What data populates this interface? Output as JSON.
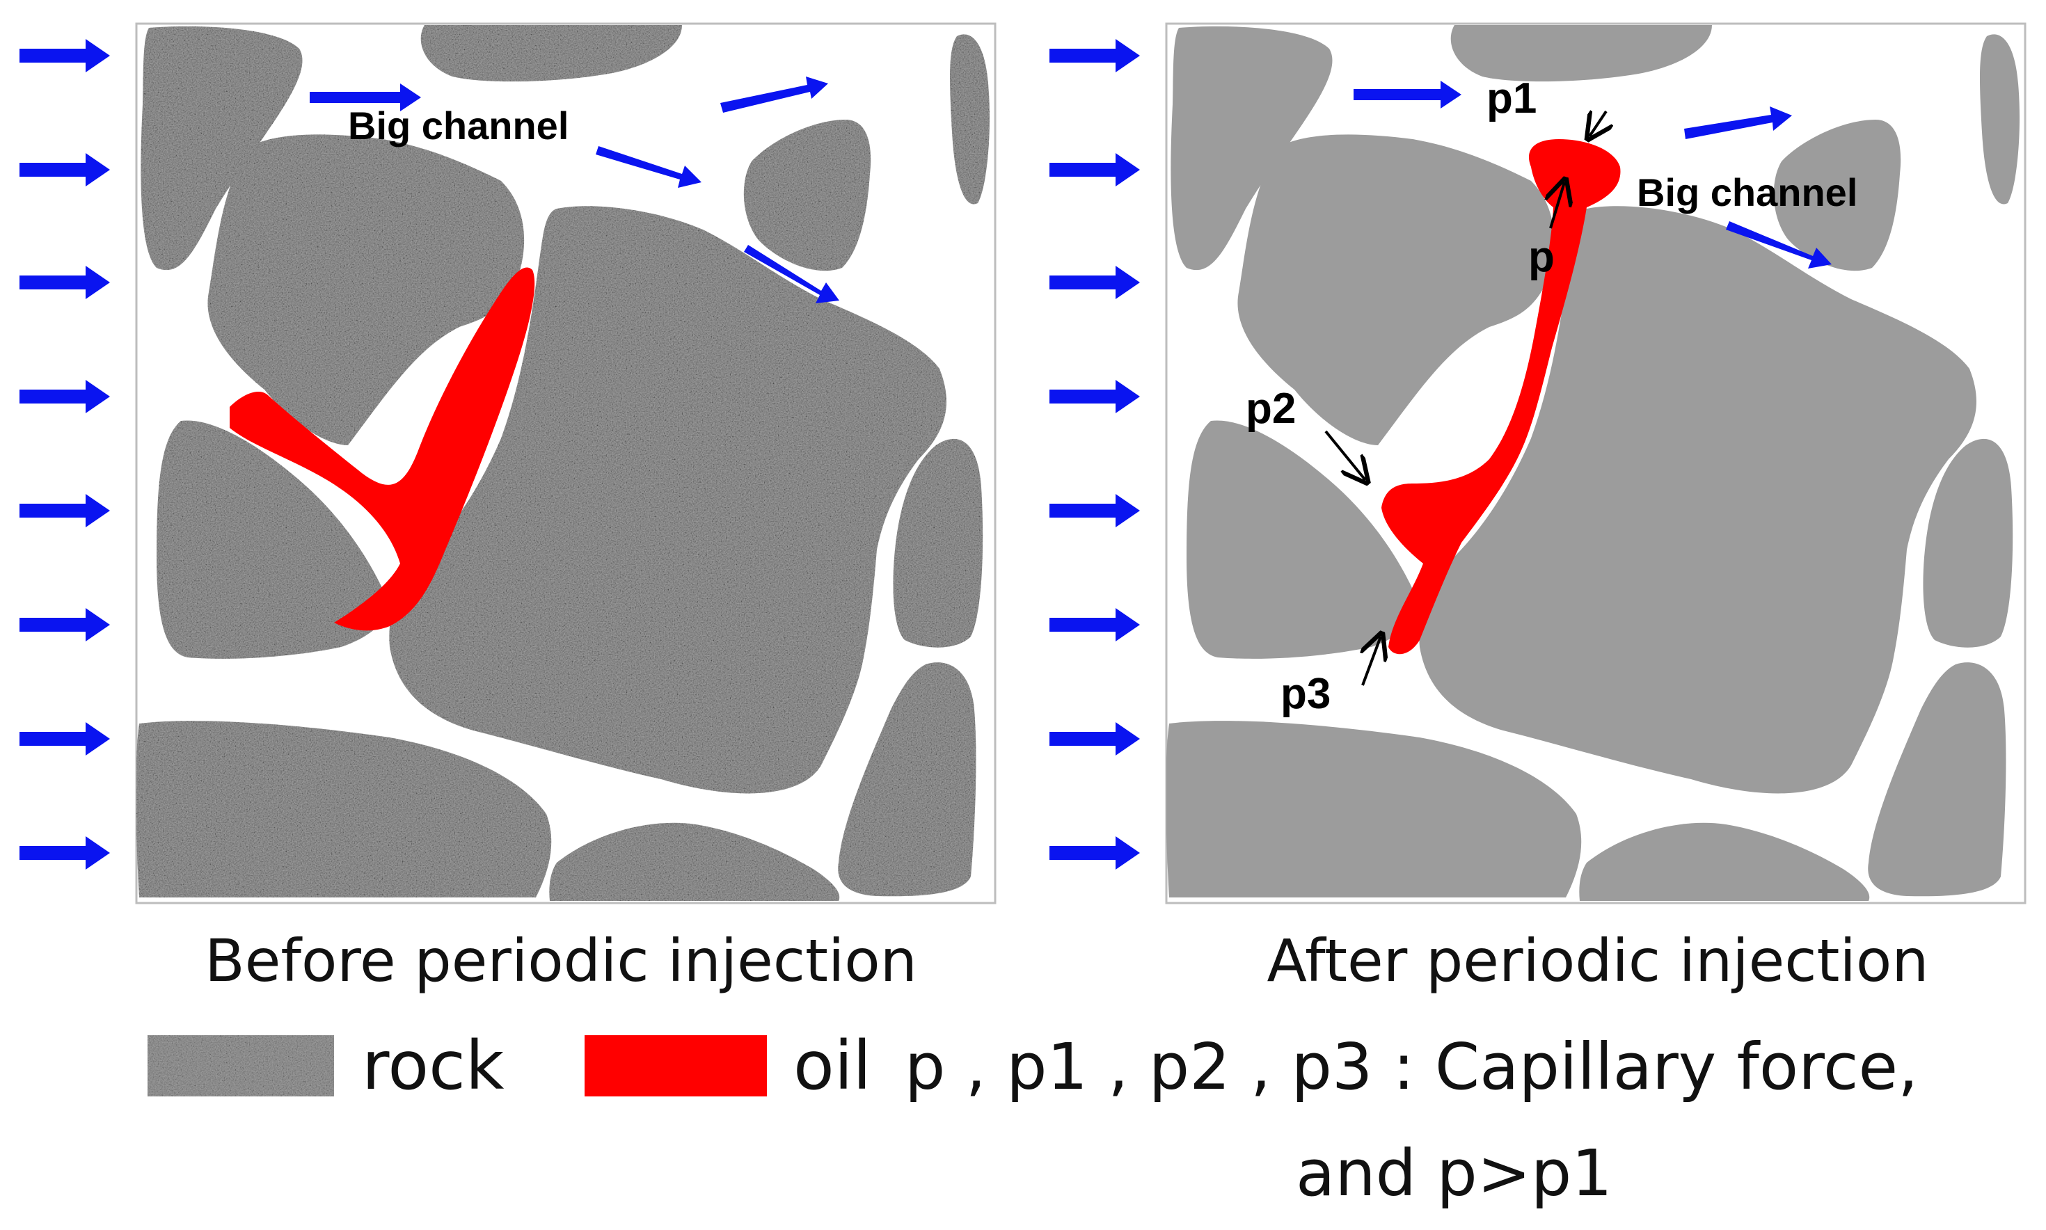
{
  "colors": {
    "arrow": "#0a14f0",
    "oil": "#ff0000",
    "rock_base": "#9c9c9c",
    "pore": "#ffffff",
    "frame": "#bdbdbd"
  },
  "left_panel": {
    "channel_label": "Big channel",
    "caption": "Before periodic injection"
  },
  "right_panel": {
    "channel_label": "Big channel",
    "pressure_labels": {
      "p": "p",
      "p1": "p1",
      "p2": "p2",
      "p3": "p3"
    },
    "caption": "After periodic injection"
  },
  "legend": {
    "rock_label": "rock",
    "oil_label": "oil",
    "note_line1": "p , p1 , p2 , p3  : Capillary force,",
    "note_line2": "and p>p1"
  },
  "icons": {
    "inflow_arrow": "right-arrow-icon",
    "force_arrow": "small-black-arrow-icon"
  }
}
